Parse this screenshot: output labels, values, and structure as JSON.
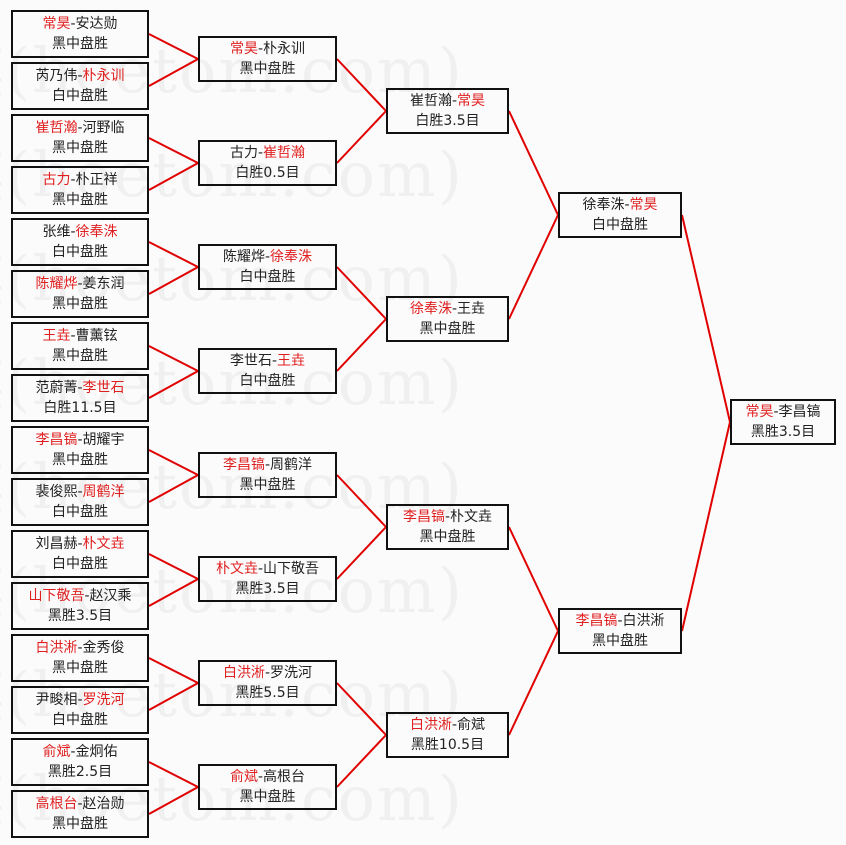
{
  "watermark": "弘通围棋(hoetom.com)",
  "colors": {
    "winner": "#e02020",
    "line": "#e00000",
    "border": "#111111"
  },
  "rounds": [
    {
      "name": "round-1",
      "matches": [
        {
          "p1": "常昊",
          "p2": "安达勋",
          "winner": 1,
          "result": "黑中盘胜"
        },
        {
          "p1": "芮乃伟",
          "p2": "朴永训",
          "winner": 2,
          "result": "白中盘胜"
        },
        {
          "p1": "崔哲瀚",
          "p2": "河野临",
          "winner": 1,
          "result": "黑中盘胜"
        },
        {
          "p1": "古力",
          "p2": "朴正祥",
          "winner": 1,
          "result": "黑中盘胜"
        },
        {
          "p1": "张维",
          "p2": "徐奉洙",
          "winner": 2,
          "result": "白中盘胜"
        },
        {
          "p1": "陈耀烨",
          "p2": "姜东润",
          "winner": 1,
          "result": "黑中盘胜"
        },
        {
          "p1": "王垚",
          "p2": "曹薰铉",
          "winner": 1,
          "result": "黑中盘胜"
        },
        {
          "p1": "范蔚菁",
          "p2": "李世石",
          "winner": 2,
          "result": "白胜11.5目"
        },
        {
          "p1": "李昌镐",
          "p2": "胡耀宇",
          "winner": 1,
          "result": "黑中盘胜"
        },
        {
          "p1": "裴俊熙",
          "p2": "周鹤洋",
          "winner": 2,
          "result": "白中盘胜"
        },
        {
          "p1": "刘昌赫",
          "p2": "朴文垚",
          "winner": 2,
          "result": "白中盘胜"
        },
        {
          "p1": "山下敬吾",
          "p2": "赵汉乘",
          "winner": 1,
          "result": "黑胜3.5目"
        },
        {
          "p1": "白洪淅",
          "p2": "金秀俊",
          "winner": 1,
          "result": "黑中盘胜"
        },
        {
          "p1": "尹畯相",
          "p2": "罗洗河",
          "winner": 2,
          "result": "白中盘胜"
        },
        {
          "p1": "俞斌",
          "p2": "金炯佑",
          "winner": 1,
          "result": "黑胜2.5目"
        },
        {
          "p1": "高根台",
          "p2": "赵治勋",
          "winner": 1,
          "result": "黑中盘胜"
        }
      ]
    },
    {
      "name": "round-2",
      "matches": [
        {
          "p1": "常昊",
          "p2": "朴永训",
          "winner": 1,
          "result": "黑中盘胜"
        },
        {
          "p1": "古力",
          "p2": "崔哲瀚",
          "winner": 2,
          "result": "白胜0.5目"
        },
        {
          "p1": "陈耀烨",
          "p2": "徐奉洙",
          "winner": 2,
          "result": "白中盘胜"
        },
        {
          "p1": "李世石",
          "p2": "王垚",
          "winner": 2,
          "result": "白中盘胜"
        },
        {
          "p1": "李昌镐",
          "p2": "周鹤洋",
          "winner": 1,
          "result": "黑中盘胜"
        },
        {
          "p1": "朴文垚",
          "p2": "山下敬吾",
          "winner": 1,
          "result": "黑胜3.5目"
        },
        {
          "p1": "白洪淅",
          "p2": "罗洗河",
          "winner": 1,
          "result": "黑胜5.5目"
        },
        {
          "p1": "俞斌",
          "p2": "高根台",
          "winner": 1,
          "result": "黑中盘胜"
        }
      ]
    },
    {
      "name": "round-3",
      "matches": [
        {
          "p1": "崔哲瀚",
          "p2": "常昊",
          "winner": 2,
          "result": "白胜3.5目"
        },
        {
          "p1": "徐奉洙",
          "p2": "王垚",
          "winner": 1,
          "result": "黑中盘胜"
        },
        {
          "p1": "李昌镐",
          "p2": "朴文垚",
          "winner": 1,
          "result": "黑中盘胜"
        },
        {
          "p1": "白洪淅",
          "p2": "俞斌",
          "winner": 1,
          "result": "黑胜10.5目"
        }
      ]
    },
    {
      "name": "semifinal",
      "matches": [
        {
          "p1": "徐奉洙",
          "p2": "常昊",
          "winner": 2,
          "result": "白中盘胜"
        },
        {
          "p1": "李昌镐",
          "p2": "白洪淅",
          "winner": 1,
          "result": "黑中盘胜"
        }
      ]
    },
    {
      "name": "final",
      "matches": [
        {
          "p1": "常昊",
          "p2": "李昌镐",
          "winner": 1,
          "result": "黑胜3.5目"
        }
      ]
    }
  ],
  "separator": "-"
}
